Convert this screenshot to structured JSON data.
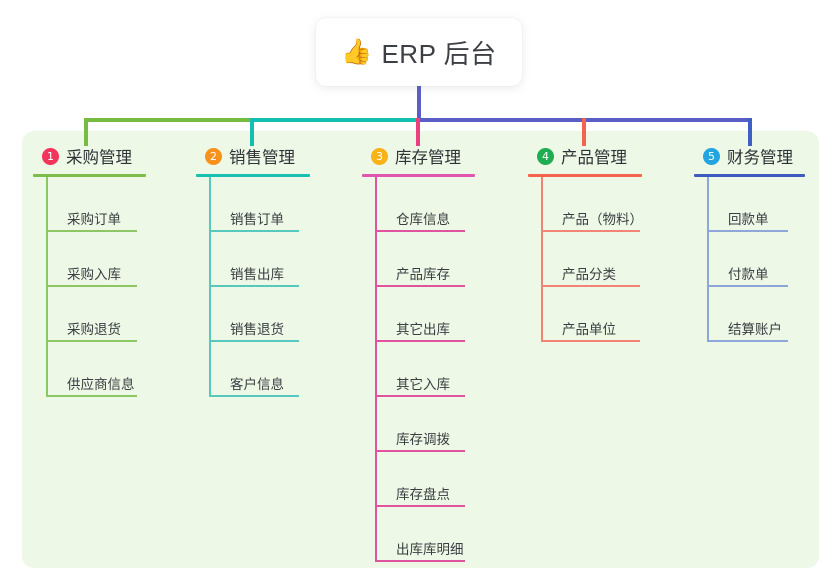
{
  "page": {
    "background_color": "#ffffff",
    "panel_color": "#eef8e7"
  },
  "root": {
    "icon": "thumbs-up-icon",
    "emoji": "👍",
    "title": "ERP 后台",
    "stem_color": "#5a5fc7"
  },
  "connector": {
    "segments": [
      {
        "name": "segment-green",
        "color": "#76bc43"
      },
      {
        "name": "segment-teal",
        "color": "#13bfae"
      },
      {
        "name": "segment-blue",
        "color": "#5a5fc7"
      }
    ]
  },
  "branches": [
    {
      "number": "1",
      "label": "采购管理",
      "badge_color": "#f2355a",
      "rule_color": "#7dbd4c",
      "line_color": "#8cc665",
      "stub_color": "#76bc43",
      "items": [
        {
          "label": "采购订单"
        },
        {
          "label": "采购入库"
        },
        {
          "label": "采购退货"
        },
        {
          "label": "供应商信息"
        }
      ]
    },
    {
      "number": "2",
      "label": "销售管理",
      "badge_color": "#f7921e",
      "rule_color": "#19bfb0",
      "line_color": "#56c8bd",
      "stub_color": "#13bfae",
      "items": [
        {
          "label": "销售订单"
        },
        {
          "label": "销售出库"
        },
        {
          "label": "销售退货"
        },
        {
          "label": "客户信息"
        }
      ]
    },
    {
      "number": "3",
      "label": "库存管理",
      "badge_color": "#f8b319",
      "rule_color": "#e055b0",
      "line_color": "#e0549f",
      "stub_color": "#ec3f7e",
      "items": [
        {
          "label": "仓库信息"
        },
        {
          "label": "产品库存"
        },
        {
          "label": "其它出库"
        },
        {
          "label": "其它入库"
        },
        {
          "label": "库存调拨"
        },
        {
          "label": "库存盘点"
        },
        {
          "label": "出库库明细"
        }
      ]
    },
    {
      "number": "4",
      "label": "产品管理",
      "badge_color": "#1fad51",
      "rule_color": "#f4634e",
      "line_color": "#f38377",
      "stub_color": "#f4634e",
      "items": [
        {
          "label": "产品（物料）"
        },
        {
          "label": "产品分类"
        },
        {
          "label": "产品单位"
        }
      ]
    },
    {
      "number": "5",
      "label": "财务管理",
      "badge_color": "#24a5e0",
      "rule_color": "#3b5bbf",
      "line_color": "#8fa6d8",
      "stub_color": "#3f5fc4",
      "items": [
        {
          "label": "回款单"
        },
        {
          "label": "付款单"
        },
        {
          "label": "结算账户"
        }
      ]
    }
  ]
}
